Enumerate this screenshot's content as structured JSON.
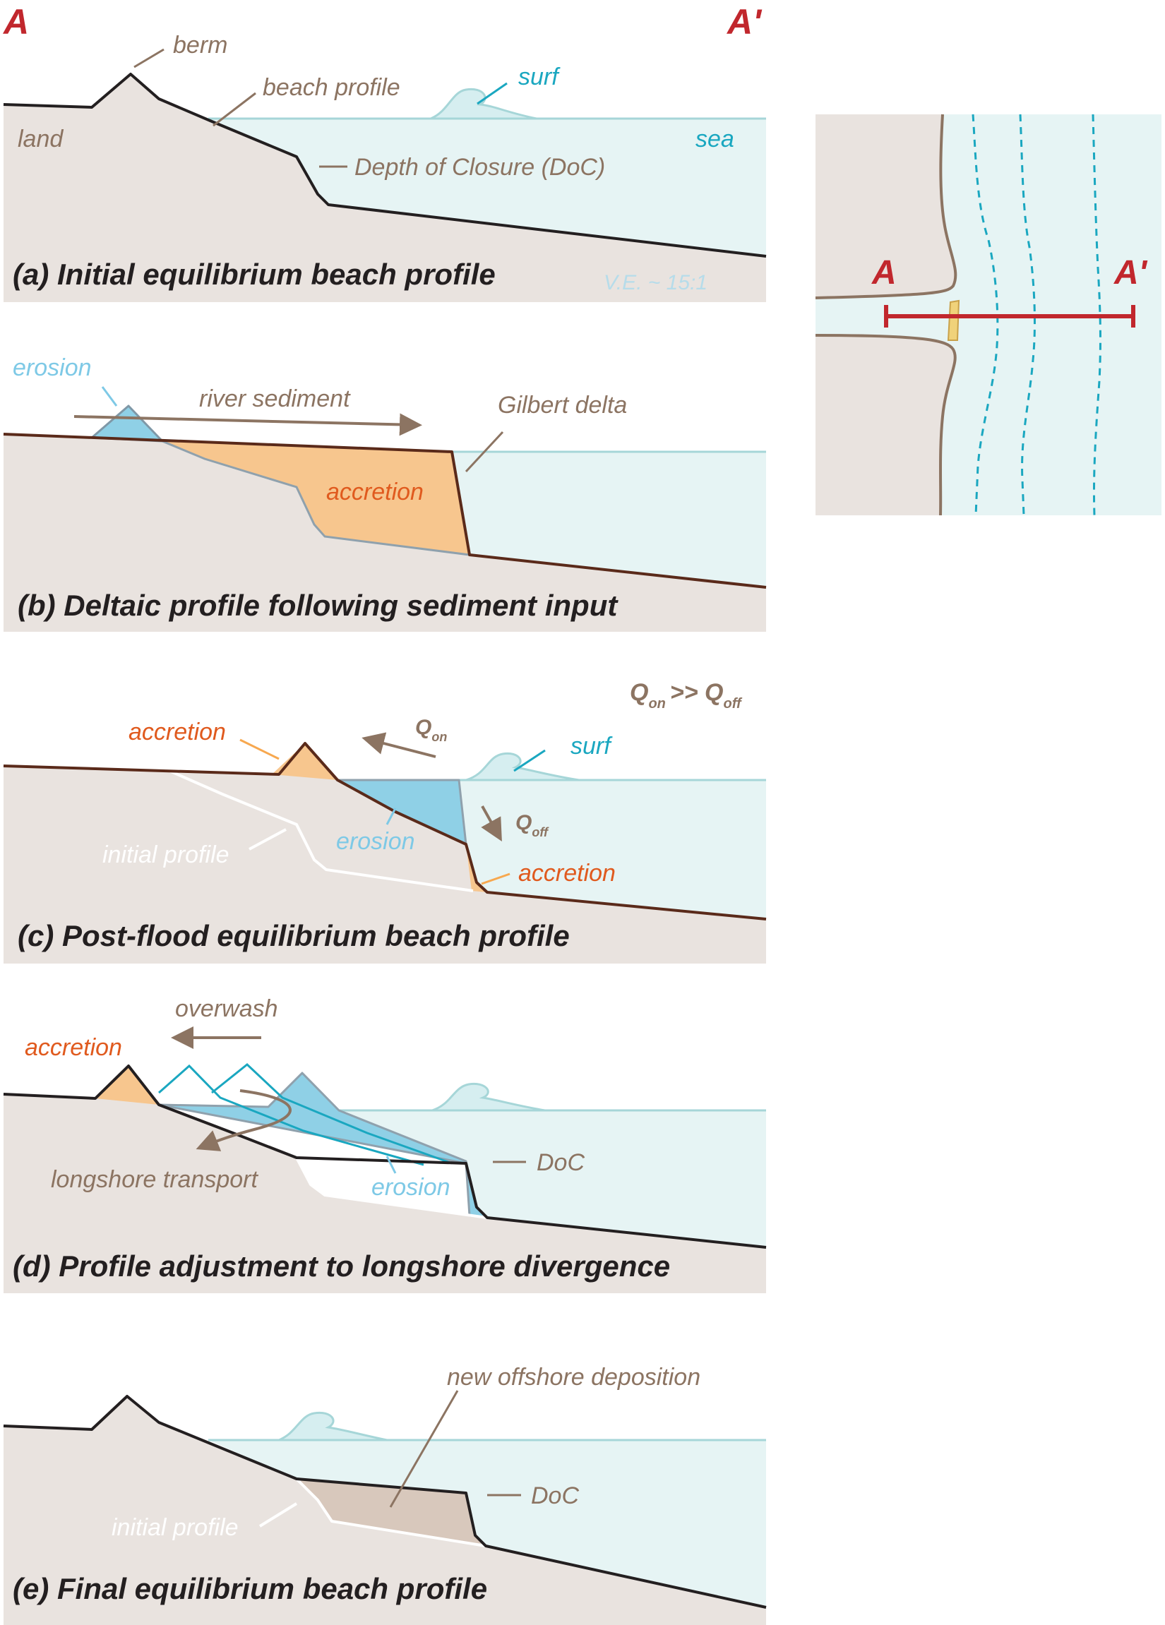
{
  "colors": {
    "land": "#e9e3df",
    "sea": "#e6f4f4",
    "sea_line": "#a6d6d8",
    "profile": "#231f20",
    "delta_profile": "#5a2a1a",
    "accretion_fill": "#f7c68e",
    "accretion_text": "#e05a1e",
    "erosion_fill": "#8fd0e6",
    "erosion_text": "#7ec9e6",
    "brown_text": "#8c7462",
    "surf": "#1aa7c0",
    "marker": "#c1272d",
    "new_deposit": "#d8c8bc",
    "ve": "#b6dcea"
  },
  "section": {
    "start": "A",
    "end": "A'"
  },
  "panel_a": {
    "title": "(a) Initial equilibrium beach profile",
    "berm": "berm",
    "beach_profile": "beach profile",
    "surf": "surf",
    "land": "land",
    "sea": "sea",
    "doc": "Depth of Closure (DoC)",
    "ve": "V.E. ~ 15:1"
  },
  "panel_b": {
    "title": "(b) Deltaic profile following sediment input",
    "erosion": "erosion",
    "river_sediment": "river sediment",
    "gilbert_delta": "Gilbert delta",
    "accretion": "accretion"
  },
  "panel_c": {
    "title": "(c) Post-flood equilibrium beach profile",
    "flux_relation": "Q_on >> Q_off",
    "accretion_berm": "accretion",
    "q_on": "Q_on",
    "surf": "surf",
    "erosion": "erosion",
    "q_off": "Q_off",
    "initial_profile": "initial profile",
    "accretion_offshore": "accretion"
  },
  "panel_d": {
    "title": "(d) Profile adjustment to longshore divergence",
    "overwash": "overwash",
    "accretion": "accretion",
    "doc": "DoC",
    "longshore_transport": "longshore transport",
    "erosion": "erosion"
  },
  "panel_e": {
    "title": "(e) Final equilibrium beach profile",
    "new_offshore_deposition": "new offshore deposition",
    "doc": "DoC",
    "initial_profile": "initial profile"
  },
  "map": {
    "start": "A",
    "end": "A'"
  }
}
